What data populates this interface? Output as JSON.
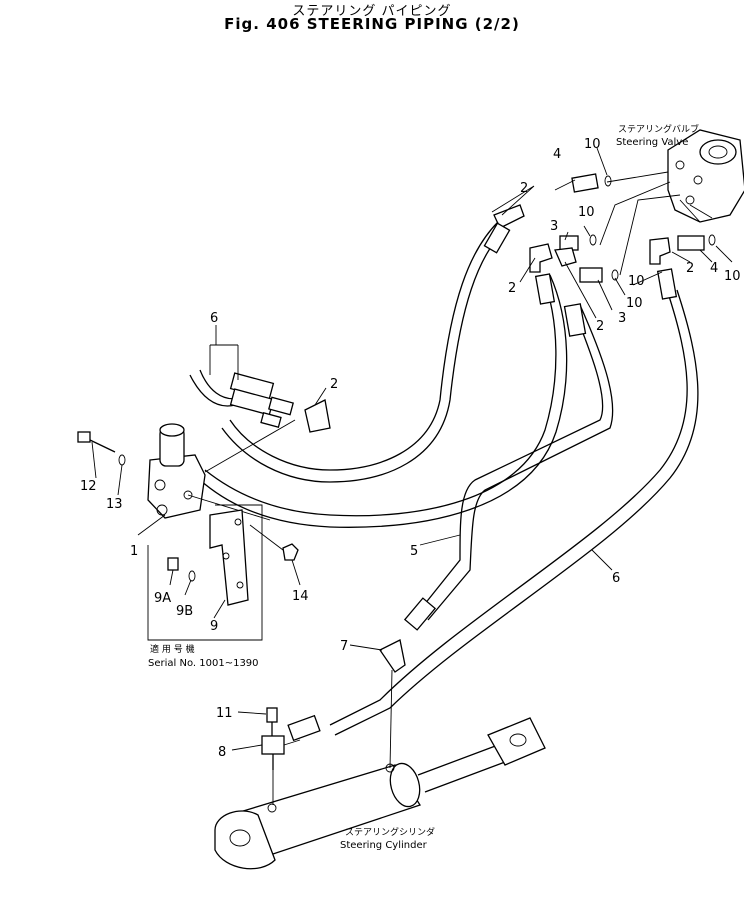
{
  "header": {
    "title_jp": "ステアリング パイピング",
    "title_en": "Fig. 406  STEERING  PIPING  (2/2)"
  },
  "labels": {
    "steering_valve_jp": "ステアリングバルブ",
    "steering_valve_en": "Steering Valve",
    "steering_cylinder_jp": "ステアリングシリンダ",
    "steering_cylinder_en": "Steering Cylinder",
    "serial_jp": "適 用 号 機",
    "serial_en": "Serial  No. 1001~1390"
  },
  "callouts": [
    "1",
    "2",
    "2",
    "2",
    "2",
    "2",
    "3",
    "3",
    "4",
    "4",
    "5",
    "6",
    "6",
    "7",
    "8",
    "9",
    "9A",
    "9B",
    "10",
    "10",
    "10",
    "10",
    "10",
    "11",
    "12",
    "13",
    "14"
  ]
}
